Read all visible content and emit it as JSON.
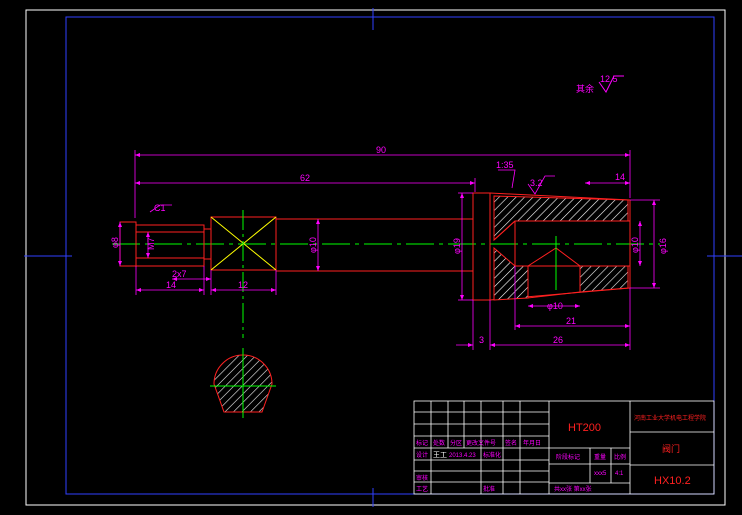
{
  "colors": {
    "outline": "#ff2020",
    "dimension": "#ff00ff",
    "centerline": "#00ff00",
    "chamfer": "#ffff00",
    "frame": "#ffffff",
    "border": "#3040ff"
  },
  "surface_note": {
    "label": "其余",
    "roughness": "12.5"
  },
  "dimensions": {
    "total_length": "90",
    "length_62": "62",
    "taper": "1:35",
    "len_14_right": "14",
    "roughness_3_2": "3.2",
    "chamfer": "C1",
    "dia_8": "φ8",
    "thread": "M7",
    "undercut": "2x7",
    "len_14_left": "14",
    "len_12": "12",
    "dia_10_shaft": "φ10",
    "dia_19": "φ19",
    "dia_10_bore": "φ10",
    "dia_10_inner": "φ10",
    "dia_16": "φ16",
    "len_21": "21",
    "len_3": "3",
    "len_26": "26"
  },
  "title_block": {
    "material": "HT200",
    "school": "河南工业大学机电工程学院",
    "part_name": "阀门",
    "drawing_no": "HX10.2",
    "row_labels": [
      "标记",
      "处数",
      "分区",
      "更改文件号",
      "签名",
      "年月日"
    ],
    "design_label": "设计",
    "designer_sig": "王工",
    "design_date": "2013.4.23",
    "standard_label": "标准化",
    "stage_label": "阶段标记",
    "weight_label": "重量",
    "scale_label": "比例",
    "weight_value": "xxx5",
    "scale_value": "4:1",
    "check_label": "审核",
    "process_label": "工艺",
    "approve_label": "批准",
    "sheets": "共xx张 第xx张"
  }
}
